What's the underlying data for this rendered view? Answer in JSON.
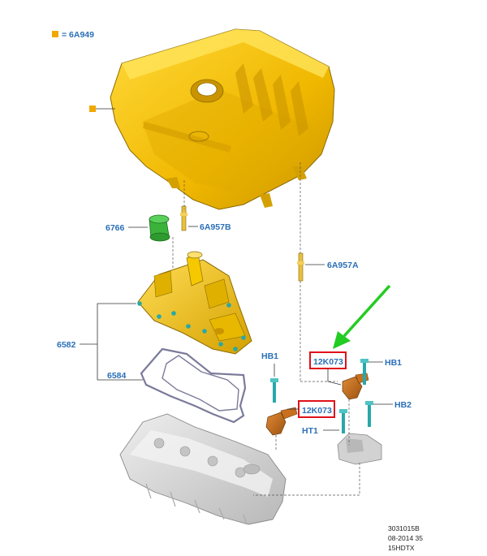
{
  "legend": {
    "marker_color": "#f0a800",
    "text": "= 6A949"
  },
  "labels": {
    "cover_mark": "",
    "l_6766": "6766",
    "l_6a957b": "6A957B",
    "l_6a957a": "6A957A",
    "l_6582": "6582",
    "l_6584": "6584",
    "l_hb1_left": "HB1",
    "l_12k073_top": "12K073",
    "l_hb1_right": "HB1",
    "l_12k073_mid": "12K073",
    "l_hb2": "HB2",
    "l_ht1": "HT1"
  },
  "footer": {
    "line1": "3031015B",
    "line2": "08-2014 35",
    "line3": "15HDTX"
  },
  "colors": {
    "label_blue": "#2a6fb8",
    "highlight_red": "#e0101a",
    "arrow_green": "#22cc22",
    "cover_yellow": "#f2c200",
    "cam_brown": "#c8701e",
    "cap_green": "#3bb33b",
    "gasket": "#7a7a9a",
    "head_grey": "#d4d4d4",
    "fastener_teal": "#28a8a8"
  }
}
